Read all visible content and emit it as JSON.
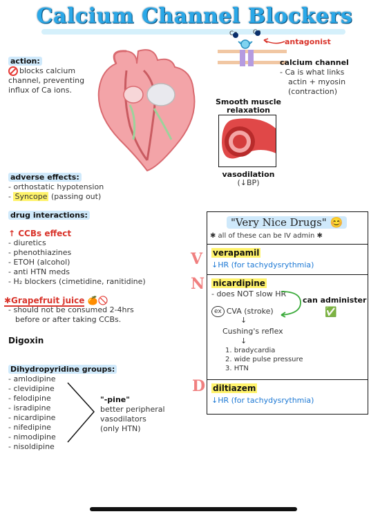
{
  "title": "Calcium Channel Blockers",
  "action": {
    "heading": "action:",
    "lines": [
      "blocks calcium",
      "channel, preventing",
      "influx of Ca ions."
    ]
  },
  "diagram": {
    "ca_label_left": "Ca",
    "ca_label_right": "Ca",
    "antagonist": "antagonist",
    "channel_title": "calcium channel",
    "channel_lines": [
      "- Ca is what links",
      "actin + myosin",
      "(contraction)"
    ],
    "smooth_muscle": [
      "Smooth muscle",
      "relaxation"
    ],
    "vasodilation": "vasodilation",
    "bp": "(↓BP)"
  },
  "adverse": {
    "heading": "adverse effects:",
    "line1": "- orthostatic hypotension",
    "line2_prefix": "- ",
    "line2_hl": "Syncope",
    "line2_rest": " (passing out)"
  },
  "interactions": {
    "heading": "drug interactions:",
    "effect": "↑ CCBs effect",
    "items": [
      "- diuretics",
      "- phenothiazines",
      "- ETOH (alcohol)",
      "- anti HTN meds",
      "- H₂ blockers (cimetidine, ranitidine)"
    ],
    "grapefruit": "✱Grapefruit juice",
    "grapefruit_icons": "🍊🚫",
    "grapefruit_lines": [
      "- should not be consumed 2-4hrs",
      "before or after taking CCBs."
    ],
    "digoxin": "Digoxin"
  },
  "dihydro": {
    "heading": "Dihydropyridine groups:",
    "drugs": [
      "- amlodipine",
      "- clevidipine",
      "- felodipine",
      "- isradipine",
      "- nicardipine",
      "- nifedipine",
      "- nimodipine",
      "- nisoldipine"
    ],
    "pine_lines": [
      "\"-pine\"",
      "better peripheral",
      "vasodilators",
      "(only HTN)"
    ]
  },
  "vnd": {
    "title": "\"Very Nice Drugs\"",
    "emoji": "😊",
    "subtitle": "✱ all of these can be IV admin ✱",
    "letters": [
      "V",
      "N",
      "D"
    ],
    "verapamil": "verapamil",
    "verapamil_note": "↓HR (for tachydysrythmia)",
    "nicardipine": "nicardipine",
    "nicardipine_note": "- does NOT slow HR",
    "can_administer": "can administer",
    "check": "✅",
    "ex": "ex",
    "cva": "CVA (stroke)",
    "cushing": "Cushing's reflex",
    "cushing_list": [
      "1. bradycardia",
      "2. wide pulse pressure",
      "3. HTN"
    ],
    "diltiazem": "diltiazem",
    "diltiazem_note": "↓HR (for tachydysrythmia)"
  }
}
